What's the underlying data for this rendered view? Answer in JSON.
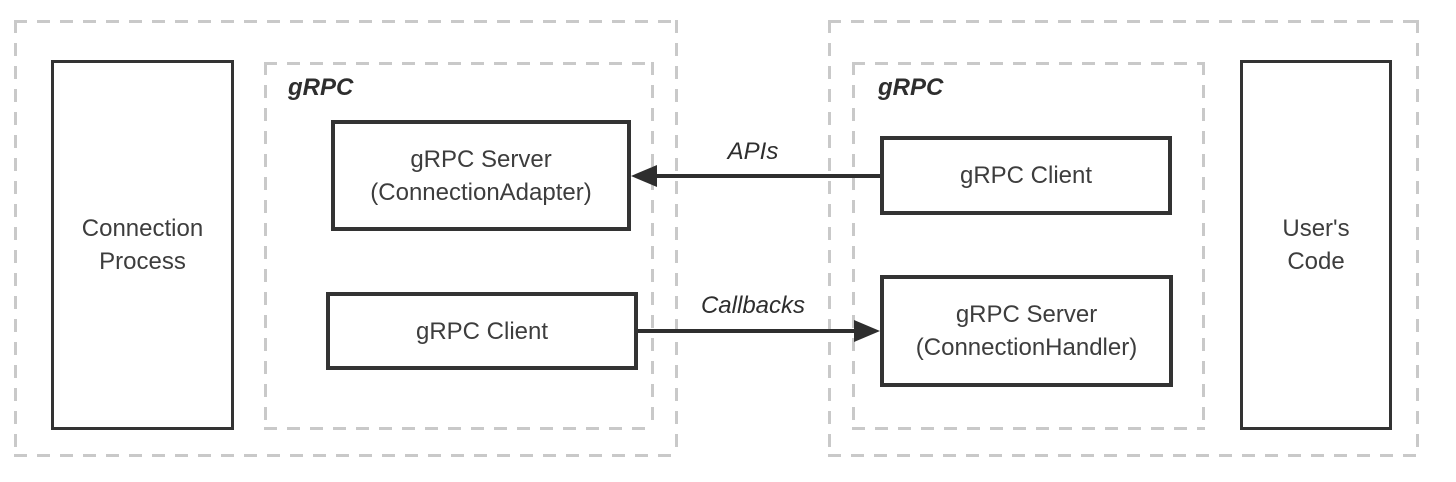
{
  "title": "gRPC connection architecture diagram",
  "colors": {
    "background": "#ffffff",
    "solid_border": "#333333",
    "dashed_border": "#c9c9c9",
    "text": "#3d3d3d",
    "arrow": "#2e2e2e"
  },
  "left_group": {
    "process_box": {
      "line1": "Connection",
      "line2": "Process"
    },
    "grpc_label": "gRPC",
    "server_box": {
      "line1": "gRPC Server",
      "line2": "(ConnectionAdapter)"
    },
    "client_box": {
      "label": "gRPC Client"
    }
  },
  "right_group": {
    "grpc_label": "gRPC",
    "client_box": {
      "label": "gRPC Client"
    },
    "server_box": {
      "line1": "gRPC Server",
      "line2": "(ConnectionHandler)"
    },
    "code_box": {
      "line1": "User's",
      "line2": "Code"
    }
  },
  "arrows": {
    "apis": {
      "label": "APIs",
      "direction": "left"
    },
    "callbacks": {
      "label": "Callbacks",
      "direction": "right"
    }
  }
}
